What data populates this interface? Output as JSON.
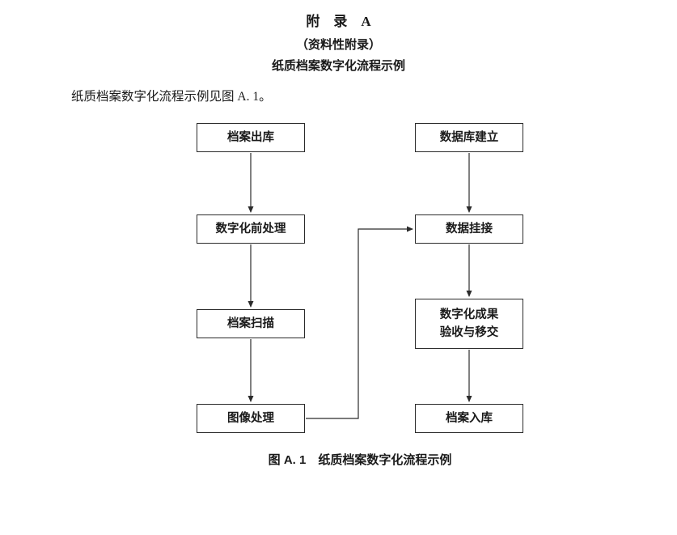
{
  "page": {
    "appendix_title": "附　录　A",
    "appendix_subtitle": "（资料性附录）",
    "appendix_heading": "纸质档案数字化流程示例",
    "body_text": "纸质档案数字化流程示例见图 A. 1。",
    "figure_caption": "图 A. 1　纸质档案数字化流程示例"
  },
  "flowchart": {
    "left_column": [
      {
        "label": "档案出库"
      },
      {
        "label": "数字化前处理"
      },
      {
        "label": "档案扫描"
      },
      {
        "label": "图像处理"
      }
    ],
    "right_column": [
      {
        "label": "数据库建立"
      },
      {
        "label": "数据挂接"
      },
      {
        "label": "数字化成果\n验收与移交"
      },
      {
        "label": "档案入库"
      }
    ]
  },
  "colors": {
    "text": "#1a1a1a",
    "border": "#2b2b2b",
    "background": "#ffffff"
  }
}
